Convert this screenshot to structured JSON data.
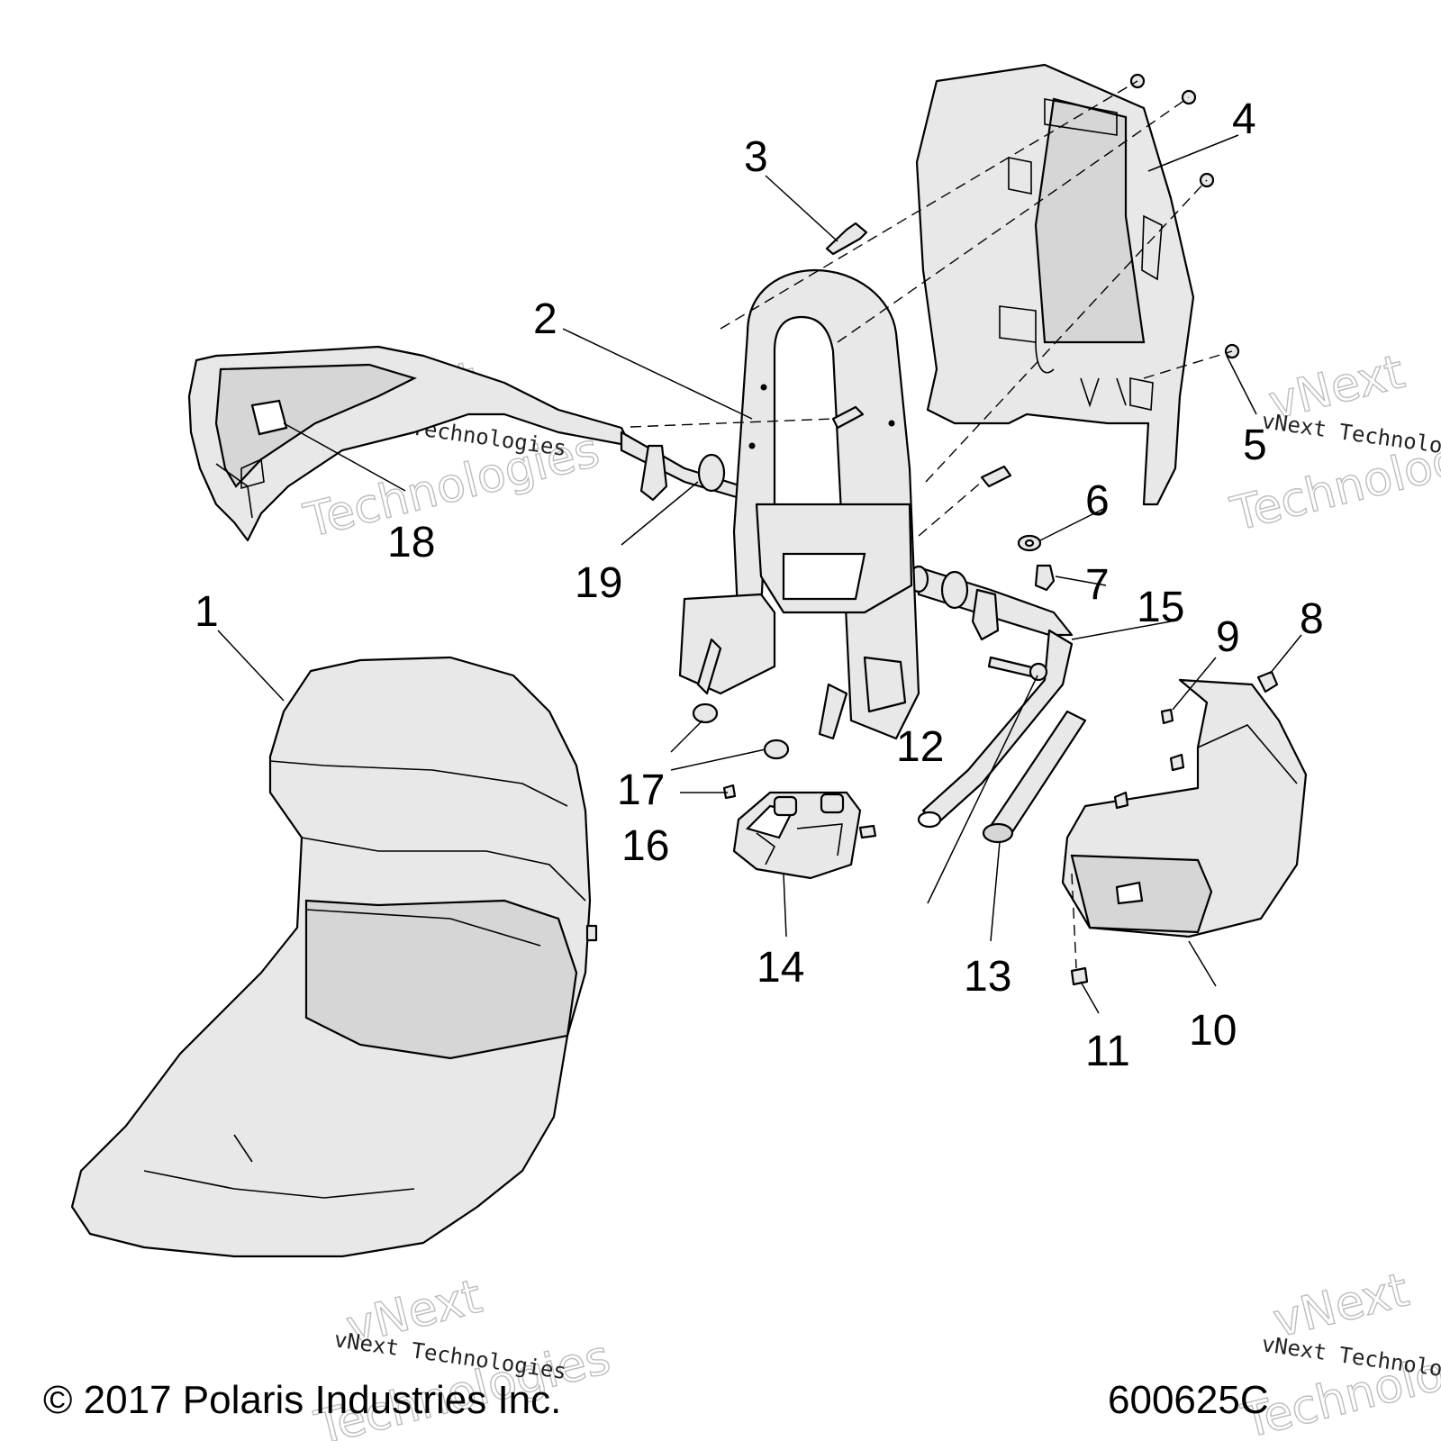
{
  "callouts": [
    {
      "id": "1",
      "label": "1"
    },
    {
      "id": "2",
      "label": "2"
    },
    {
      "id": "3",
      "label": "3"
    },
    {
      "id": "4",
      "label": "4"
    },
    {
      "id": "5",
      "label": "5"
    },
    {
      "id": "6",
      "label": "6"
    },
    {
      "id": "7",
      "label": "7"
    },
    {
      "id": "8",
      "label": "8"
    },
    {
      "id": "9",
      "label": "9"
    },
    {
      "id": "10",
      "label": "10"
    },
    {
      "id": "11",
      "label": "11"
    },
    {
      "id": "12",
      "label": "12"
    },
    {
      "id": "13",
      "label": "13"
    },
    {
      "id": "14",
      "label": "14"
    },
    {
      "id": "15",
      "label": "15"
    },
    {
      "id": "16",
      "label": "16"
    },
    {
      "id": "17",
      "label": "17"
    },
    {
      "id": "18",
      "label": "18"
    },
    {
      "id": "19",
      "label": "19"
    }
  ],
  "watermarks": {
    "company": "vNext Technologies",
    "brand": "vNext",
    "word": "Technologies"
  },
  "footer": {
    "copyright": "© 2017 Polaris Industries Inc.",
    "drawing_number": "600625C"
  }
}
